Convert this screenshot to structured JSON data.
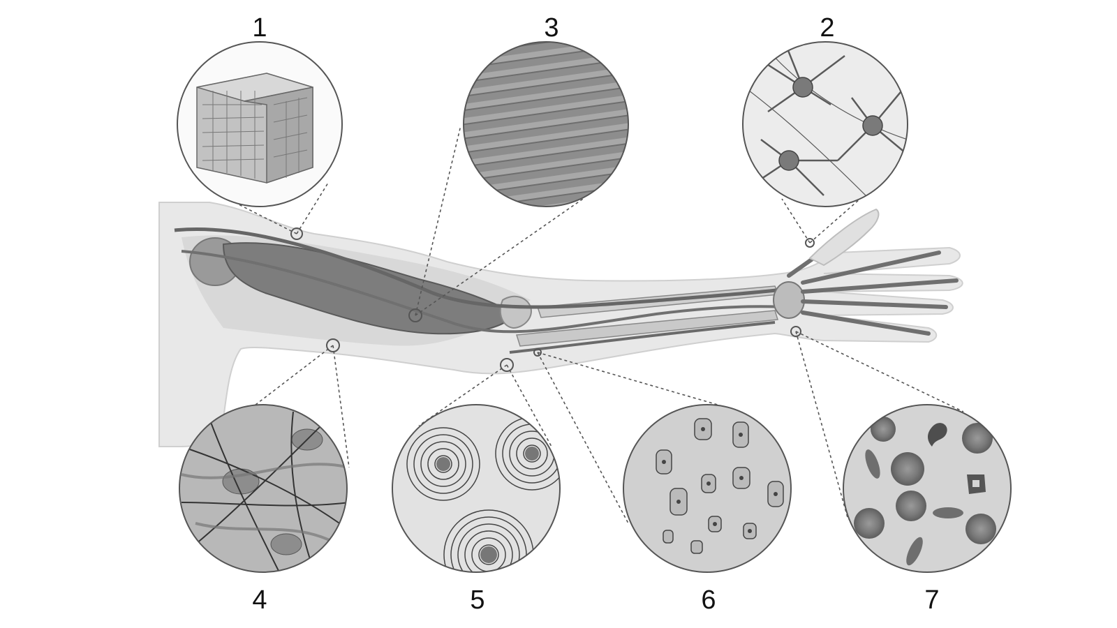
{
  "labels": {
    "epithelial": "1",
    "nervous": "2",
    "muscle": "3",
    "connective_loose": "4",
    "bone": "5",
    "cartilage": "6",
    "blood": "7"
  },
  "colors": {
    "background": "#ffffff",
    "skin": "#e6e6e6",
    "muscle": "#7a7a7a",
    "bone": "#c9c9c9",
    "vessel": "#6a6a6a",
    "outline": "#555555"
  }
}
